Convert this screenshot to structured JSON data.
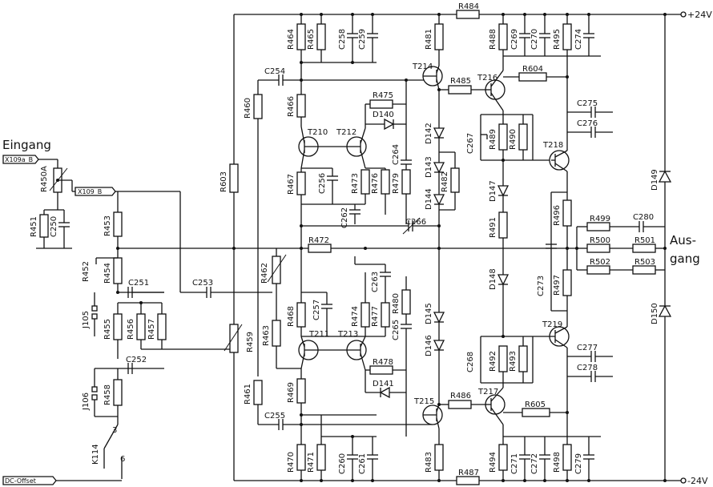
{
  "io": {
    "input": "Eingang",
    "output_line1": "Aus-",
    "output_line2": "gang",
    "rail_pos": "+24V",
    "rail_neg": "-24V",
    "conn_in_a": "X109a_B",
    "conn_in_b": "X109_B",
    "conn_dc": "DC-Offset"
  },
  "transistors": {
    "t210": "T210",
    "t212": "T212",
    "t211": "T211",
    "t213": "T213",
    "t214": "T214",
    "t215": "T215",
    "t216": "T216",
    "t217": "T217",
    "t218": "T218",
    "t219": "T219"
  },
  "resistors": {
    "r450a": "R450A",
    "r451": "R451",
    "r452": "R452",
    "r453": "R453",
    "r454": "R454",
    "r455": "R455",
    "r456": "R456",
    "r457": "R457",
    "r458": "R458",
    "r459": "R459",
    "r460": "R460",
    "r461": "R461",
    "r462": "R462",
    "r463": "R463",
    "r464": "R464",
    "r465": "R465",
    "r466": "R466",
    "r467": "R467",
    "r468": "R468",
    "r469": "R469",
    "r470": "R470",
    "r471": "R471",
    "r472": "R472",
    "r473": "R473",
    "r474": "R474",
    "r475": "R475",
    "r476": "R476",
    "r477": "R477",
    "r478": "R478",
    "r479": "R479",
    "r480": "R480",
    "r481": "R481",
    "r482": "R482",
    "r483": "R483",
    "r484": "R484",
    "r485": "R485",
    "r486": "R486",
    "r487": "R487",
    "r488": "R488",
    "r489": "R489",
    "r490": "R490",
    "r491": "R491",
    "r492": "R492",
    "r493": "R493",
    "r494": "R494",
    "r495": "R495",
    "r496": "R496",
    "r497": "R497",
    "r498": "R498",
    "r499": "R499",
    "r500": "R500",
    "r501": "R501",
    "r502": "R502",
    "r503": "R503",
    "r603": "R603",
    "r604": "R604",
    "r605": "R605"
  },
  "capacitors": {
    "c250": "C250",
    "c251": "C251",
    "c252": "C252",
    "c253": "C253",
    "c254": "C254",
    "c255": "C255",
    "c256": "C256",
    "c257": "C257",
    "c258": "C258",
    "c259": "C259",
    "c260": "C260",
    "c261": "C261",
    "c262": "C262",
    "c263": "C263",
    "c264": "C264",
    "c265": "C265",
    "c266": "C266",
    "c267": "C267",
    "c268": "C268",
    "c269": "C269",
    "c270": "C270",
    "c271": "C271",
    "c272": "C272",
    "c273": "C273",
    "c274": "C274",
    "c275": "C275",
    "c276": "C276",
    "c277": "C277",
    "c278": "C278",
    "c279": "C279",
    "c280": "C280"
  },
  "diodes": {
    "d140": "D140",
    "d141": "D141",
    "d142": "D142",
    "d143": "D143",
    "d144": "D144",
    "d145": "D145",
    "d146": "D146",
    "d147": "D147",
    "d148": "D148",
    "d149": "D149",
    "d150": "D150"
  },
  "misc": {
    "j105": "J105",
    "j106": "J106",
    "k114": "K114",
    "pin3": "3",
    "pin6": "6"
  }
}
